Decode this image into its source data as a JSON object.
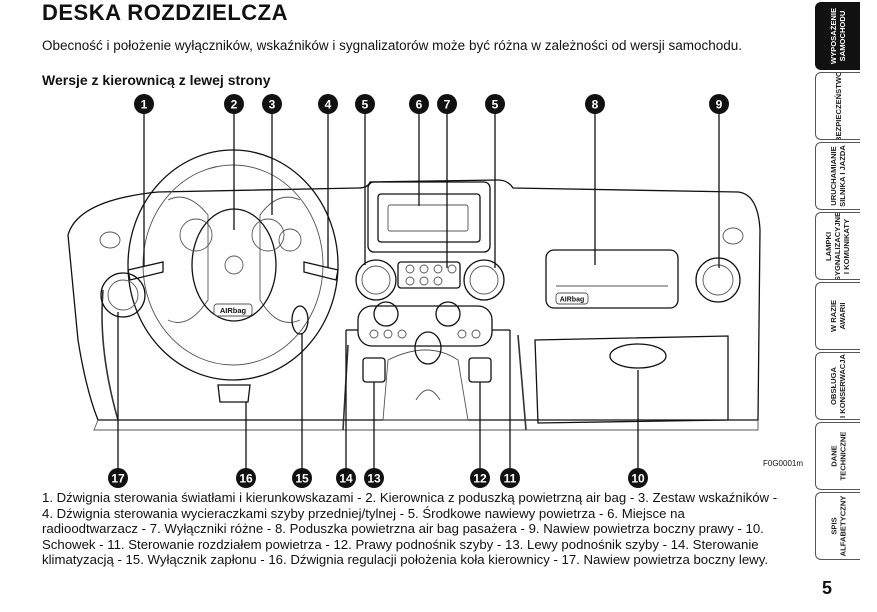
{
  "page": {
    "title": "DESKA ROZDZIELCZA",
    "intro": "Obecność i położenie wyłączników, wskaźników i sygnalizatorów może być różna w zależności od wersji samochodu.",
    "subtitle": "Wersje z kierownicą z lewej strony",
    "figure_code": "F0G0001m",
    "caption": "1. Dźwignia sterowania światłami i kierunkowskazami - 2. Kierownica z poduszką powietrzną air bag - 3. Zestaw wskaźników - 4. Dźwignia sterowania wycieraczkami szyby przedniej/tylnej - 5. Środkowe nawiewy powietrza - 6. Miejsce na radioodtwarzacz - 7. Wyłączniki różne - 8. Poduszka powietrzna air bag pasażera - 9. Nawiew powietrza boczny prawy - 10. Schowek - 11. Sterowanie rozdziałem powietrza - 12. Prawy podnośnik szyby - 13. Lewy podnośnik szyby - 14. Sterowanie klimatyzacją - 15. Wyłącznik zapłonu - 16. Dźwignia regulacji położenia koła kierownicy - 17. Nawiew powietrza boczny lewy.",
    "page_number": "5"
  },
  "diagram": {
    "airbag_label_steering": "AIRbag",
    "airbag_label_passenger": "AIRbag",
    "callouts": [
      "1",
      "2",
      "3",
      "4",
      "5",
      "6",
      "7",
      "5",
      "8",
      "9",
      "17",
      "16",
      "15",
      "14",
      "13",
      "12",
      "11",
      "10"
    ]
  },
  "sidebar": {
    "tabs": [
      {
        "label": "WYPOSAŻENIE\nSAMOCHODU",
        "active": true
      },
      {
        "label": "BEZPIECZEŃSTWO",
        "active": false
      },
      {
        "label": "URUCHAMIANIE\nSILNIKA I JAZDA",
        "active": false
      },
      {
        "label": "LAMPKI\nSYGNALIZACYJNE\nI KOMUNIKATY",
        "active": false
      },
      {
        "label": "W RAZIE\nAWARII",
        "active": false
      },
      {
        "label": "OBSŁUGA\nI KONSERWACJA",
        "active": false
      },
      {
        "label": "DANE\nTECHNICZNE",
        "active": false
      },
      {
        "label": "SPIS\nALFABETYCZNY",
        "active": false
      }
    ]
  }
}
